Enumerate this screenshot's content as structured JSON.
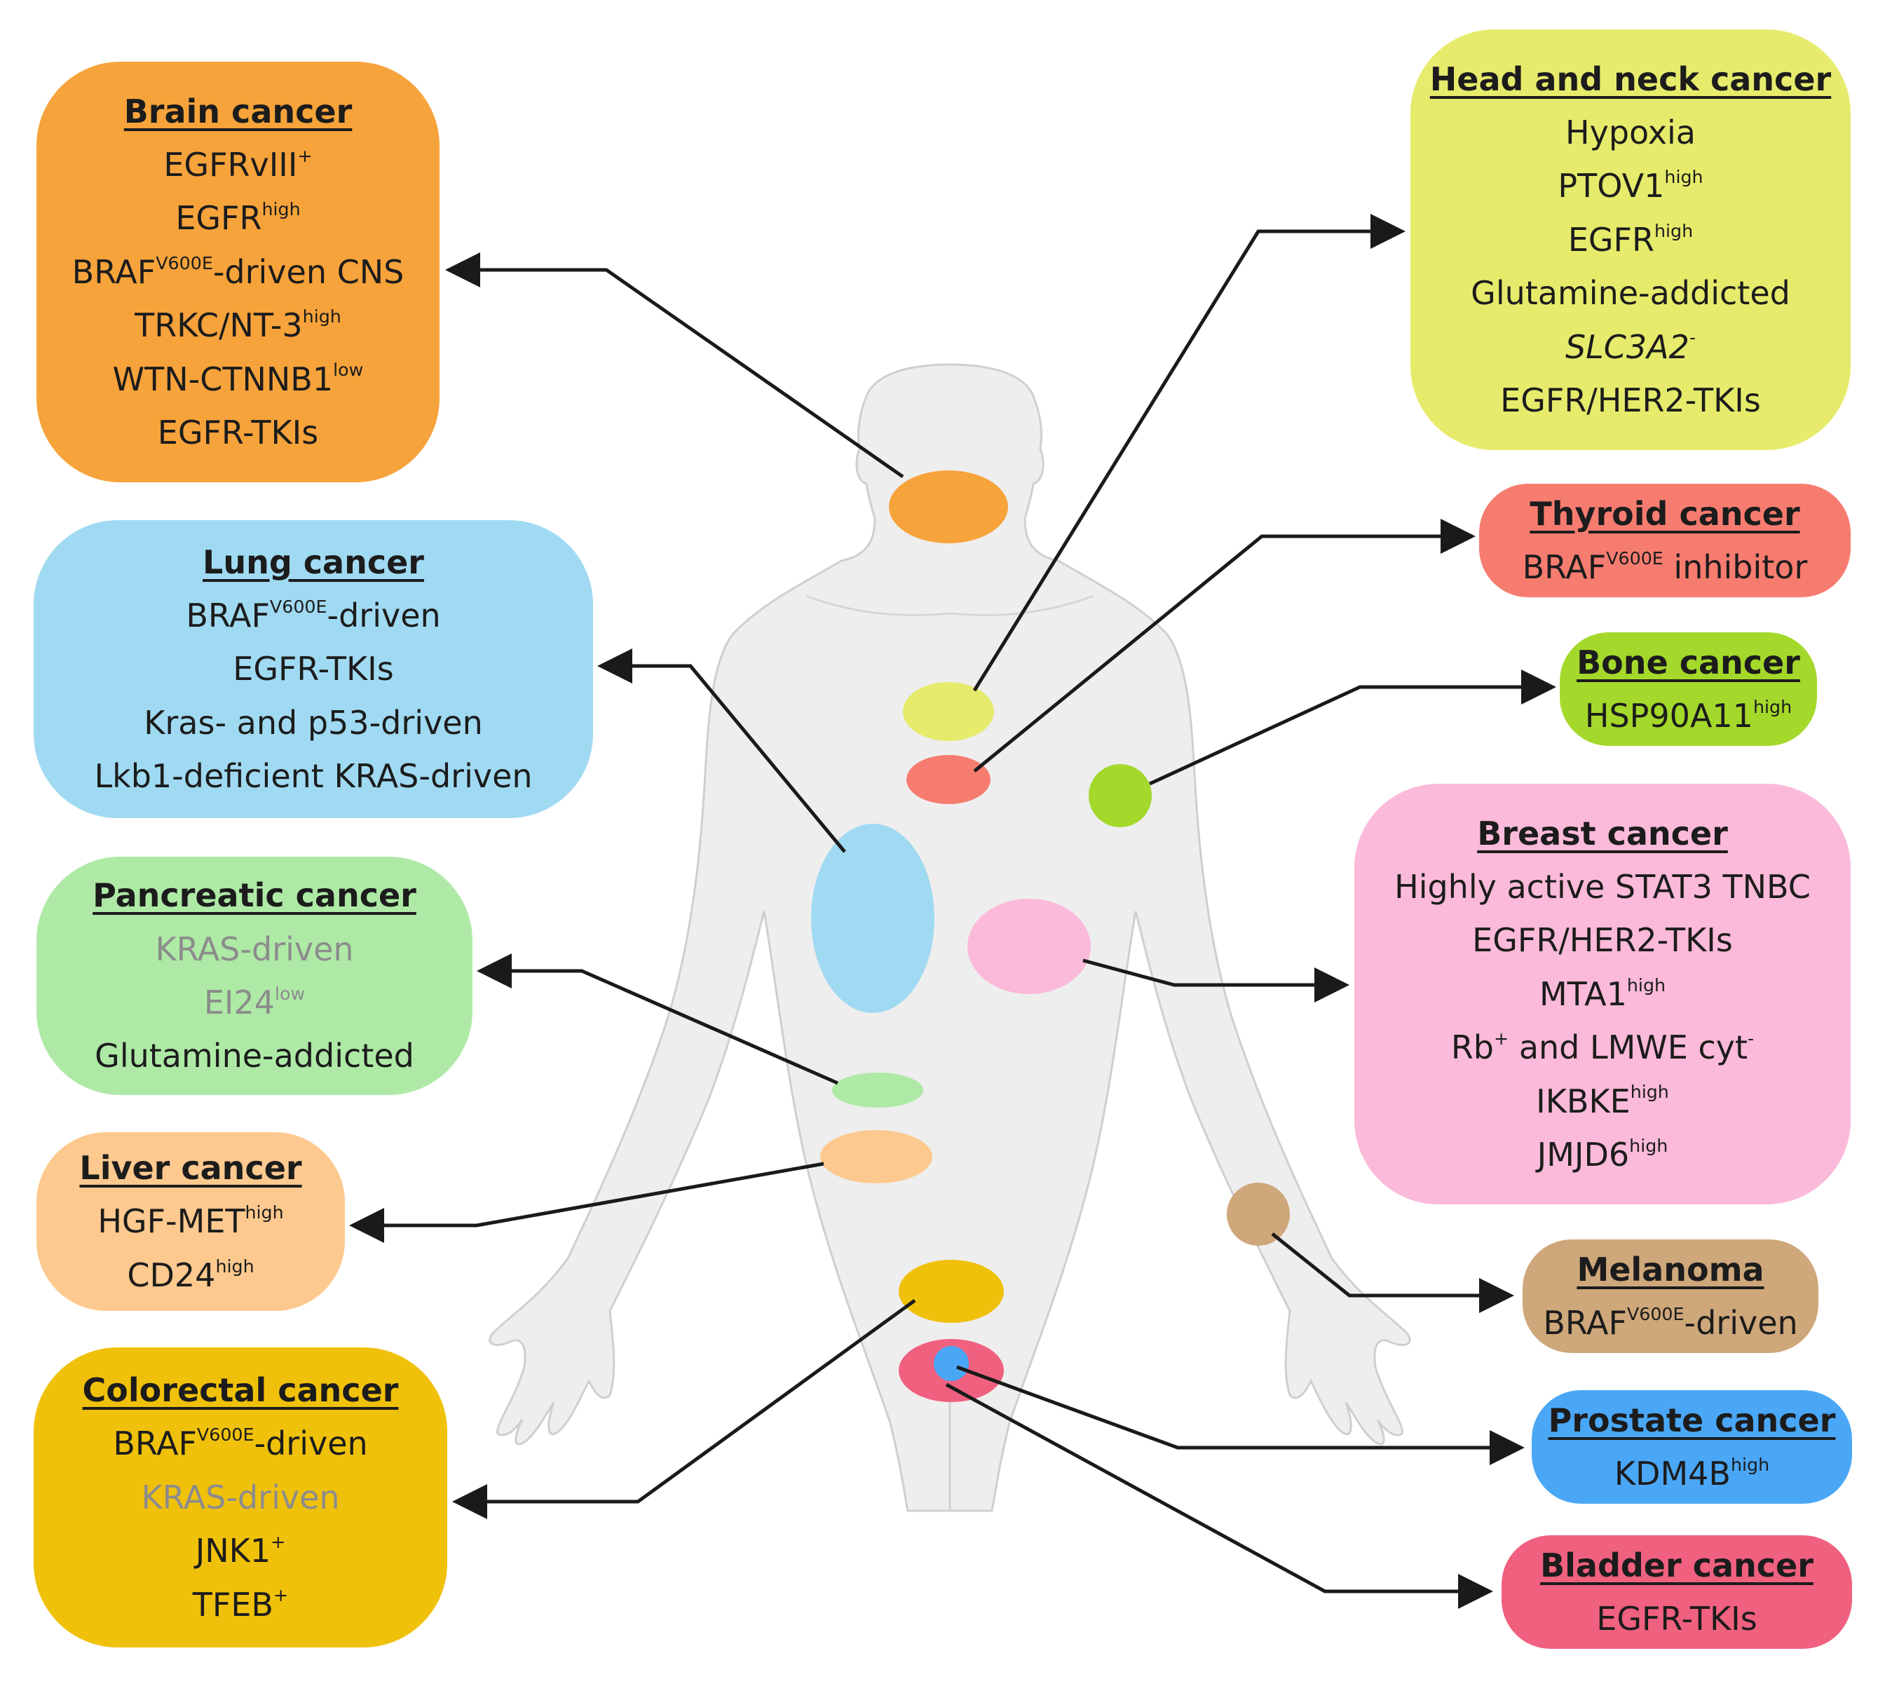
{
  "boxes": [
    {
      "id": "brain",
      "title": "Brain cancer",
      "color": "#f7a33b",
      "items": [
        {
          "b": "EGFRvIII",
          "s": "+"
        },
        {
          "b": "EGFR",
          "s": "high"
        },
        {
          "b": "BRAF",
          "s": "V600E",
          "a": "-driven CNS"
        },
        {
          "b": "TRKC/NT-3",
          "s": "high"
        },
        {
          "b": "WTN-CTNNB1",
          "s": "low"
        },
        {
          "b": "EGFR-TKIs"
        }
      ]
    },
    {
      "id": "head-neck",
      "title": "Head and neck cancer",
      "color": "#e6eb6c",
      "items": [
        {
          "b": "Hypoxia"
        },
        {
          "b": "PTOV1",
          "s": "high"
        },
        {
          "b": "EGFR",
          "s": "high"
        },
        {
          "b": "Glutamine-addicted"
        },
        {
          "b": "SLC3A2",
          "s": "-",
          "italic": true
        },
        {
          "b": "EGFR/HER2-TKIs"
        }
      ]
    },
    {
      "id": "lung",
      "title": "Lung cancer",
      "color": "#a0daf2",
      "items": [
        {
          "b": "BRAF",
          "s": "V600E",
          "a": "-driven"
        },
        {
          "b": "EGFR-TKIs"
        },
        {
          "b": "Kras- and p53-driven"
        },
        {
          "b": "Lkb1-deficient KRAS-driven"
        }
      ]
    },
    {
      "id": "thyroid",
      "title": "Thyroid cancer",
      "color": "#f77c70",
      "items": [
        {
          "b": "BRAF",
          "s": "V600E",
          "a": " inhibitor"
        }
      ]
    },
    {
      "id": "bone",
      "title": "Bone cancer",
      "color": "#a4d82a",
      "items": [
        {
          "b": "HSP90A11",
          "s": "high"
        }
      ]
    },
    {
      "id": "pancreatic",
      "title": "Pancreatic cancer",
      "color": "#aeeaa6",
      "items": [
        {
          "b": "KRAS-driven",
          "grey": true
        },
        {
          "b": "EI24",
          "s": "low",
          "grey": true
        },
        {
          "b": "Glutamine-addicted"
        }
      ]
    },
    {
      "id": "breast",
      "title": "Breast cancer",
      "color": "#fbbad9",
      "items": [
        {
          "b": "Highly active STAT3 TNBC"
        },
        {
          "b": "EGFR/HER2-TKIs"
        },
        {
          "b": "MTA1",
          "s": "high"
        },
        {
          "b": "Rb",
          "s": "+",
          "a": " and LMWE cyt",
          "s2": "-"
        },
        {
          "b": "IKBKE",
          "s": "high"
        },
        {
          "b": "JMJD6",
          "s": "high"
        }
      ]
    },
    {
      "id": "liver",
      "title": "Liver cancer",
      "color": "#fdc98e",
      "items": [
        {
          "b": "HGF-MET",
          "s": "high"
        },
        {
          "b": "CD24",
          "s": "high"
        }
      ]
    },
    {
      "id": "melanoma",
      "title": "Melanoma",
      "color": "#cea77a",
      "items": [
        {
          "b": "BRAF",
          "s": "V600E",
          "a": "-driven"
        }
      ]
    },
    {
      "id": "colorectal",
      "title": "Colorectal cancer",
      "color": "#f0c10a",
      "items": [
        {
          "b": "BRAF",
          "s": "V600E",
          "a": "-driven"
        },
        {
          "b": "KRAS-driven",
          "grey": true
        },
        {
          "b": "JNK1",
          "s": "+"
        },
        {
          "b": "TFEB",
          "s": "+"
        }
      ]
    },
    {
      "id": "prostate",
      "title": "Prostate cancer",
      "color": "#4aa7f6",
      "items": [
        {
          "b": "KDM4B",
          "s": "high"
        }
      ]
    },
    {
      "id": "bladder",
      "title": "Bladder cancer",
      "color": "#f0607f",
      "items": [
        {
          "b": "EGFR-TKIs"
        }
      ]
    }
  ],
  "colors": {
    "body_fill": "#eeeeee",
    "body_stroke": "#cfcfcf",
    "arrow": "#1a1a1a",
    "prostate_dot": "#4aa7f6"
  }
}
